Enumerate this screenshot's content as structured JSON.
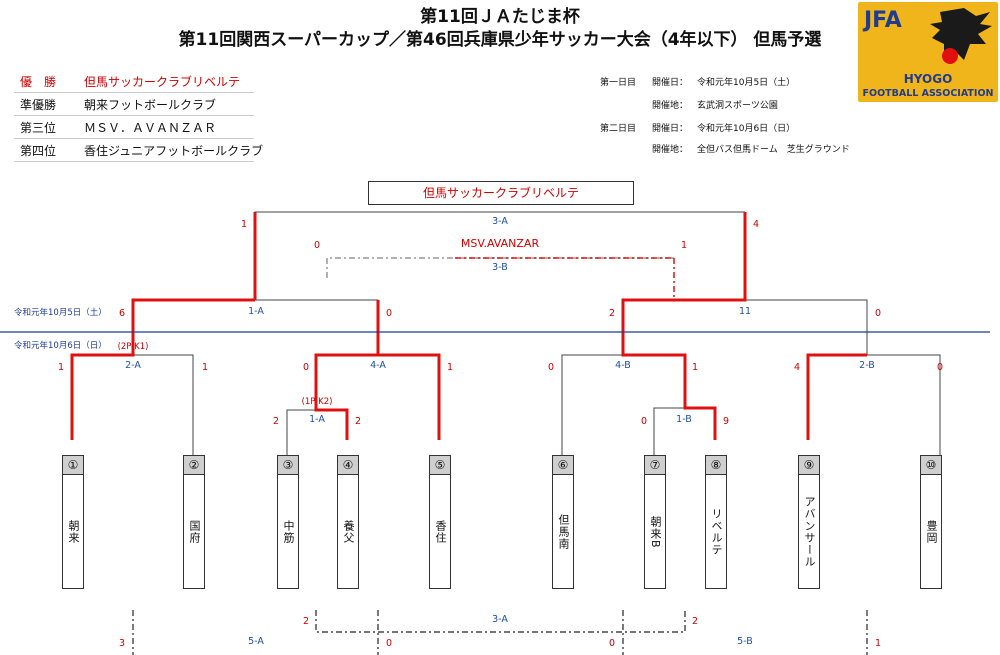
{
  "header": {
    "title_line1": "第11回ＪＡたじま杯",
    "title_line2": "第11回関西スーパーカップ／第46回兵庫県少年サッカー大会（4年以下） 但馬予選"
  },
  "logo": {
    "jfa": "JFA",
    "hyogo": "HYOGO",
    "association": "FOOTBALL ASSOCIATION"
  },
  "results": [
    {
      "label": "優　勝",
      "team": "但馬サッカークラブリベルテ"
    },
    {
      "label": "準優勝",
      "team": "朝来フットボールクラブ"
    },
    {
      "label": "第三位",
      "team": "ＭＳＶ．ＡＶＡＮＺＡＲ"
    },
    {
      "label": "第四位",
      "team": "香住ジュニアフットボールクラブ"
    }
  ],
  "schedule": {
    "day1_label": "第一日目",
    "day1_date_label": "開催日：",
    "day1_date": "令和元年10月5日（土）",
    "day1_venue_label": "開催地：",
    "day1_venue": "玄武洞スポーツ公園",
    "day2_label": "第二日目",
    "day2_date_label": "開催日：",
    "day2_date": "令和元年10月6日（日）",
    "day2_venue_label": "開催地：",
    "day2_venue": "全但バス但馬ドーム　芝生グラウンド"
  },
  "bracket": {
    "champion": "但馬サッカークラブリベルテ",
    "third_place": "MSV.AVANZAR",
    "day_labels": {
      "day_sat": "令和元年10月5日（土）",
      "day_sun": "令和元年10月6日（日）"
    },
    "pk_notes": {
      "pk1": "(2P K1)",
      "pk2": "(1P K2)"
    },
    "match_labels": {
      "final": "3-A",
      "third": "3-B",
      "semi_left": "1-A",
      "semi_right": "11",
      "q_2a": "2-A",
      "q_4a": "4-A",
      "q_4b": "4-B",
      "q_2b": "2-B",
      "r_1a": "1-A",
      "r_1b": "1-B",
      "cons_3a": "3-A",
      "cons_5a": "5-A",
      "cons_5b": "5-B"
    },
    "scores": {
      "final_l": "1",
      "final_r": "4",
      "third_l": "0",
      "third_r": "1",
      "semi1_l": "6",
      "semi1_r": "0",
      "semi2_l": "2",
      "semi2_r": "0",
      "q2a_l": "1",
      "q2a_r": "1",
      "q4a_l": "0",
      "q4a_r": "1",
      "q4b_l": "0",
      "q4b_r": "1",
      "q2b_l": "4",
      "q2b_r": "0",
      "r1a_l": "2",
      "r1a_r": "2",
      "r1b_l": "0",
      "r1b_r": "9",
      "c3a_l": "2",
      "c3a_r": "2",
      "c5a_l": "3",
      "c5a_r": "0",
      "c5b_l": "0",
      "c5b_r": "1"
    },
    "teams": [
      {
        "num": "①",
        "name": "朝来"
      },
      {
        "num": "②",
        "name": "国府"
      },
      {
        "num": "③",
        "name": "中筋"
      },
      {
        "num": "④",
        "name": "養父"
      },
      {
        "num": "⑤",
        "name": "香住"
      },
      {
        "num": "⑥",
        "name": "但馬南"
      },
      {
        "num": "⑦",
        "name": "朝来B"
      },
      {
        "num": "⑧",
        "name": "リベルテ"
      },
      {
        "num": "⑨",
        "name": "アバンサール"
      },
      {
        "num": "⑩",
        "name": "豊岡"
      }
    ]
  },
  "colors": {
    "win_line": "#e01010",
    "line": "#444444",
    "day_divider": "#1f3c8f"
  }
}
